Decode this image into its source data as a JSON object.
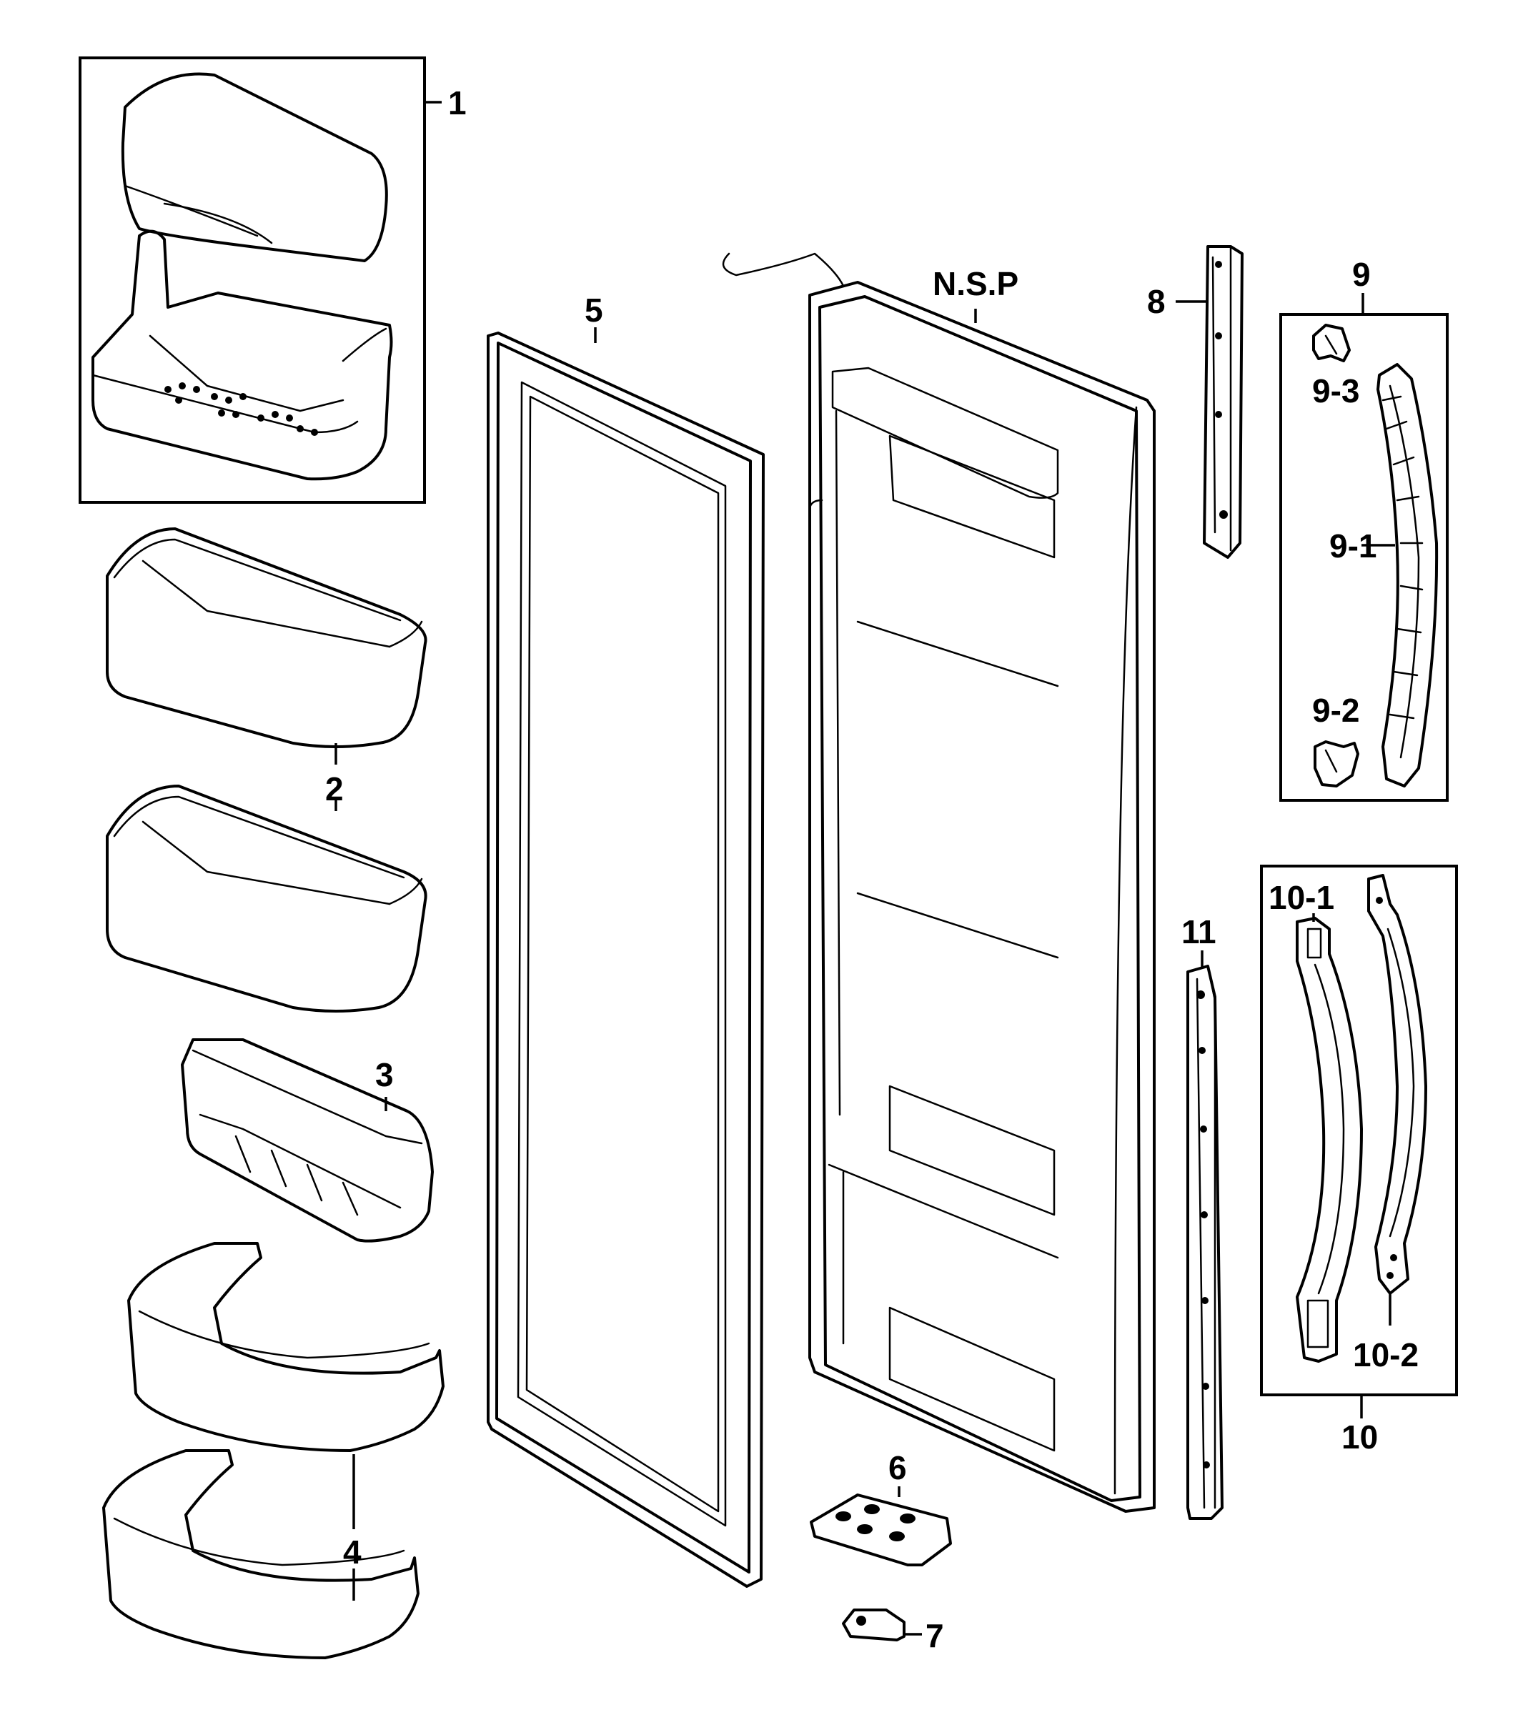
{
  "labels": {
    "p1": "1",
    "p2": "2",
    "p3": "3",
    "p4": "4",
    "p5": "5",
    "p6": "6",
    "p7": "7",
    "p8": "8",
    "p9": "9",
    "p9_1": "9-1",
    "p9_2": "9-2",
    "p9_3": "9-3",
    "p10": "10",
    "p10_1": "10-1",
    "p10_2": "10-2",
    "p11": "11",
    "nsp": "N.S.P"
  }
}
